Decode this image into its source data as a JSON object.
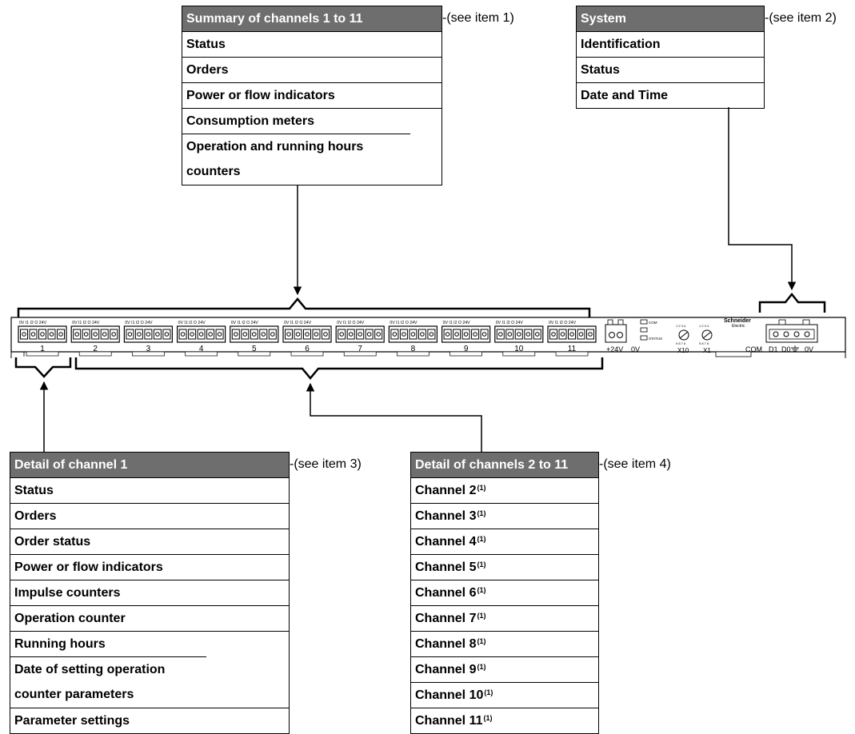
{
  "summary_menu": {
    "title": "Summary of channels 1 to 11",
    "note": "-(see item 1)",
    "rows": [
      "Status",
      "Orders",
      "Power or flow indicators",
      "Consumption meters",
      "Operation and running hours counters"
    ]
  },
  "system_menu": {
    "title": "System",
    "note": "-(see item 2)",
    "rows": [
      "Identification",
      "Status",
      "Date and Time"
    ]
  },
  "channel1_menu": {
    "title": "Detail of channel 1",
    "note": "-(see item 3)",
    "rows": [
      "Status",
      "Orders",
      "Order status",
      "Power or flow indicators",
      "Impulse counters",
      "Operation counter",
      "Running hours",
      "Date of setting operation counter parameters",
      "Parameter settings"
    ]
  },
  "channels_menu": {
    "title": "Detail of channels 2 to 11",
    "note": "-(see item 4)",
    "rows": [
      "Channel 2",
      "Channel 3",
      "Channel 4",
      "Channel 5",
      "Channel 6",
      "Channel 7",
      "Channel 8",
      "Channel 9",
      "Channel 10",
      "Channel 11"
    ],
    "footnote_mark": "(1)"
  },
  "device": {
    "channel_numbers": [
      "1",
      "2",
      "3",
      "4",
      "5",
      "6",
      "7",
      "8",
      "9",
      "10",
      "11"
    ],
    "pin_labels": "0V I1 I2 O 24V",
    "power_labels": {
      "plus": "+24V",
      "zero": "0V"
    },
    "led_labels": {
      "com": "COM",
      "status": "STATUS"
    },
    "switch_labels": {
      "x10": "X10",
      "x1": "X1"
    },
    "dial_digits": {
      "top": "1 2 3 4",
      "bottom": "9 8 7 6"
    },
    "brand": {
      "line1": "Schneider",
      "line2": "Electric"
    },
    "com_labels": {
      "com": "COM",
      "d1": "D1",
      "d0": "D0",
      "zero": "0V"
    }
  }
}
